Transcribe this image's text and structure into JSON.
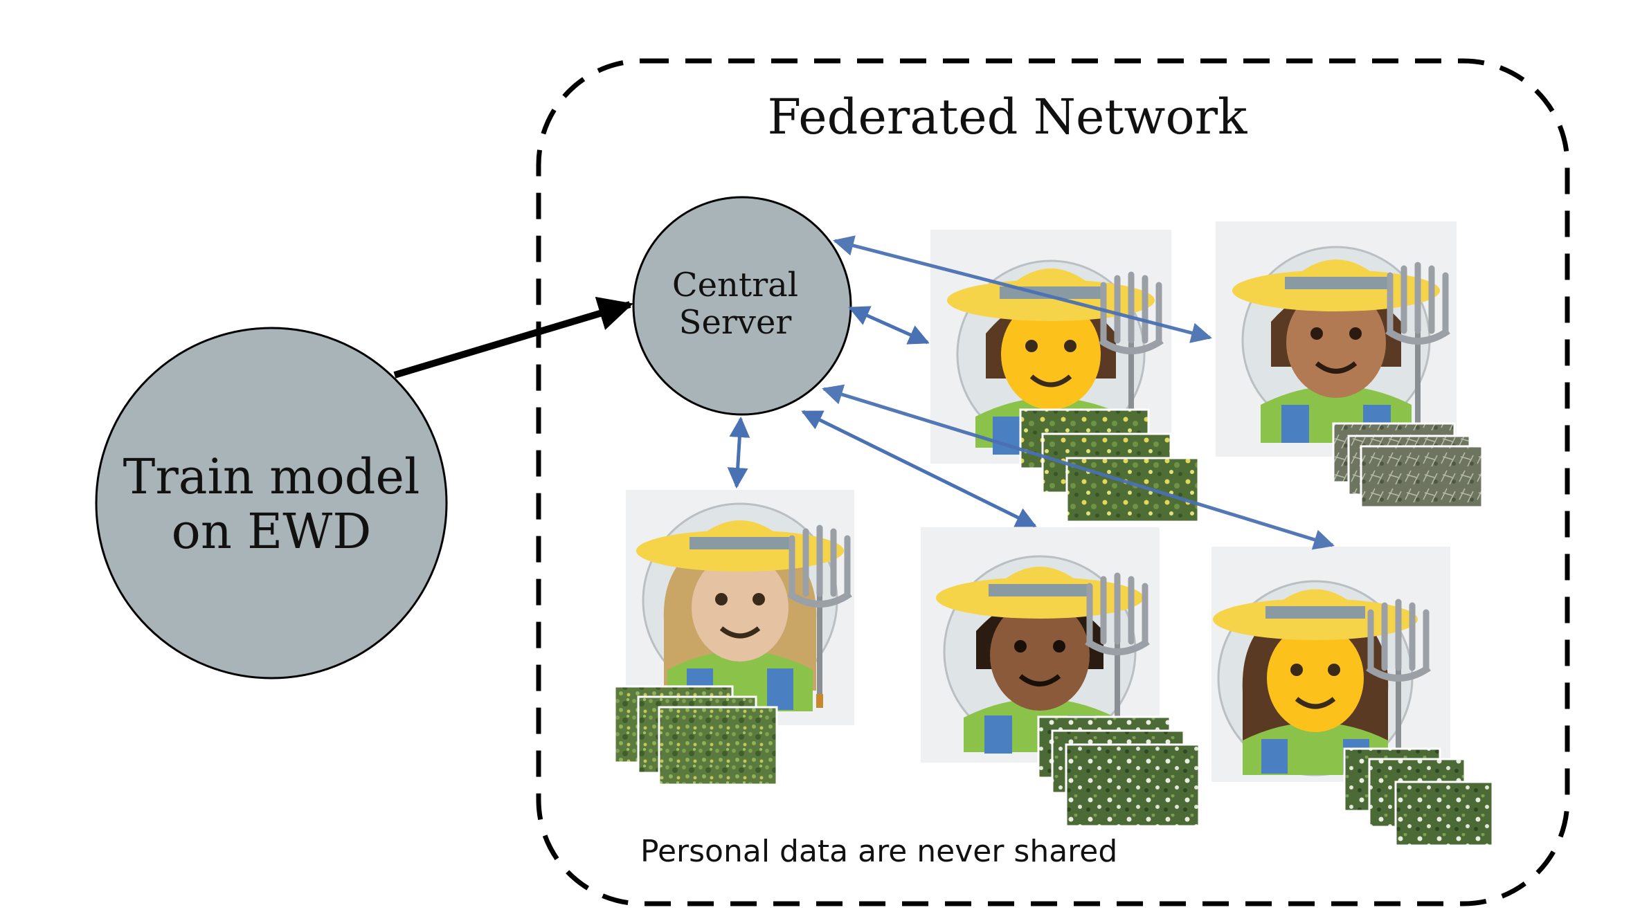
{
  "federated_network": {
    "title": "Federated Network",
    "footnote": "Personal data are never shared"
  },
  "train_node": {
    "line1": "Train model",
    "line2": "on EWD"
  },
  "server_node": {
    "line1": "Central",
    "line2": "Server"
  },
  "participants": [
    {
      "icon": "farmer-emoji",
      "skin": "light",
      "hair": "long-blond",
      "images": 3
    },
    {
      "icon": "farmer-emoji",
      "skin": "default-yellow",
      "hair": "short-brown",
      "images": 3
    },
    {
      "icon": "farmer-emoji",
      "skin": "medium",
      "hair": "short-brown",
      "images": 3
    },
    {
      "icon": "farmer-emoji",
      "skin": "medium-dark",
      "hair": "short-black",
      "images": 3
    },
    {
      "icon": "farmer-emoji",
      "skin": "default-yellow",
      "hair": "long-brown",
      "images": 3
    }
  ],
  "colors": {
    "node_fill": "#a9b4b9",
    "arrow_main": "#000000",
    "arrow_link": "#4a71b3",
    "hat": "#f6d44a",
    "shirt": "#8bc34a",
    "overalls": "#4a7fc1"
  }
}
